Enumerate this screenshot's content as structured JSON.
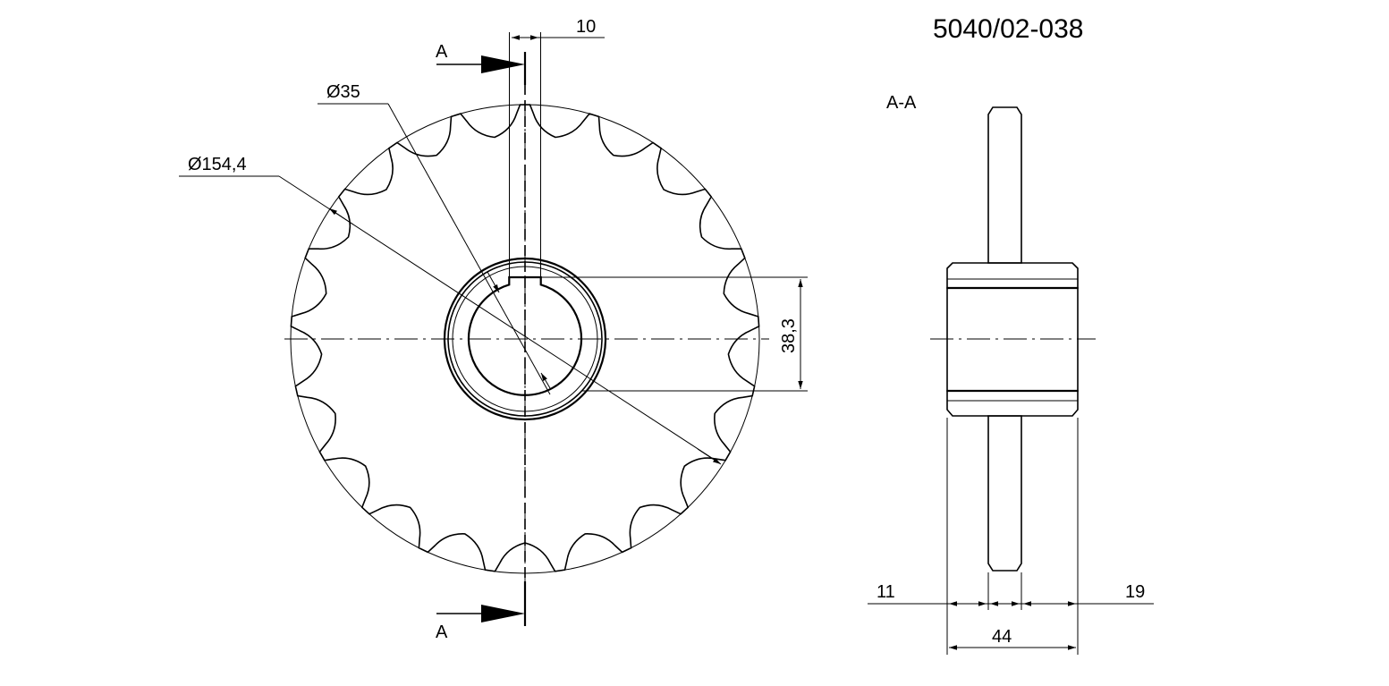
{
  "drawing_number": "5040/02-038",
  "section_label": "A-A",
  "section_marker": "A",
  "dimensions": {
    "key_width": "10",
    "bore_dia": "Ø35",
    "outer_dia": "Ø154,4",
    "key_depth": "38,3",
    "left_offset": "11",
    "right_offset": "19",
    "total_length": "44"
  },
  "sprocket": {
    "teeth": 21
  },
  "colors": {
    "line": "#000000",
    "background": "#ffffff"
  }
}
